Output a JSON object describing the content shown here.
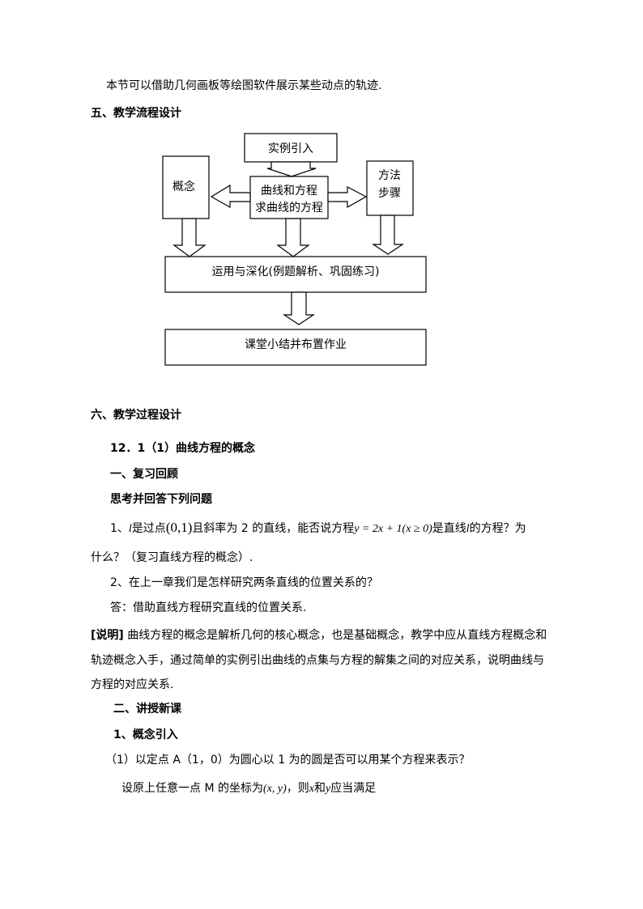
{
  "intro_line": "本节可以借助几何画板等绘图软件展示某些动点的轨迹.",
  "section5": {
    "title": "五、教学流程设计"
  },
  "flowchart": {
    "top_box": "实例引入",
    "left_box": "概念",
    "center_box_line1": "曲线和方程",
    "center_box_line2": "求曲线的方程",
    "right_box_line1": "方法",
    "right_box_line2": "步骤",
    "middle_bar": "运用与深化(例题解析、巩固练习)",
    "bottom_bar": "课堂小结并布置作业"
  },
  "section6": {
    "title": "六、教学过程设计",
    "lesson_title": "12．1（1）曲线方程的概念",
    "part1_title": "一、复习回顾",
    "part1_subtitle": "思考并回答下列问题",
    "q1": {
      "prefix": "1、",
      "var_l": "l",
      "t1": "是过点",
      "point": "(0,1)",
      "t2": "且斜率为 2 的直线，能否说方程",
      "equation": "y = 2x + 1(x ≥ 0)",
      "t3": "是直线",
      "var_l2": "l",
      "t4": "的方程？为",
      "line2": "什么？（复习直线方程的概念）."
    },
    "q2": "2、在上一章我们是怎样研究两条直线的位置关系的？",
    "answer": "答：借助直线方程研究直线的位置关系.",
    "note": {
      "label": "[说明]",
      "line1": "曲线方程的概念是解析几何的核心概念，也是基础概念，教学中应从直线方程概念和",
      "line2": "轨迹概念入手，通过简单的实例引出曲线的点集与方程的解集之间的对应关系，说明曲线与",
      "line3": "方程的对应关系."
    },
    "part2_title": "二、讲授新课",
    "part2_sub1": "1、概念引入",
    "example1": "（1）以定点 A（1，0）为圆心以 1 为的圆是否可以用某个方程来表示？",
    "example1_cont": {
      "t1": "设原上任意一点 M 的坐标为",
      "coord": "(x, y)",
      "t2": "，则",
      "x": "x",
      "t3": "和",
      "y": "y",
      "t4": "应当满足"
    }
  }
}
